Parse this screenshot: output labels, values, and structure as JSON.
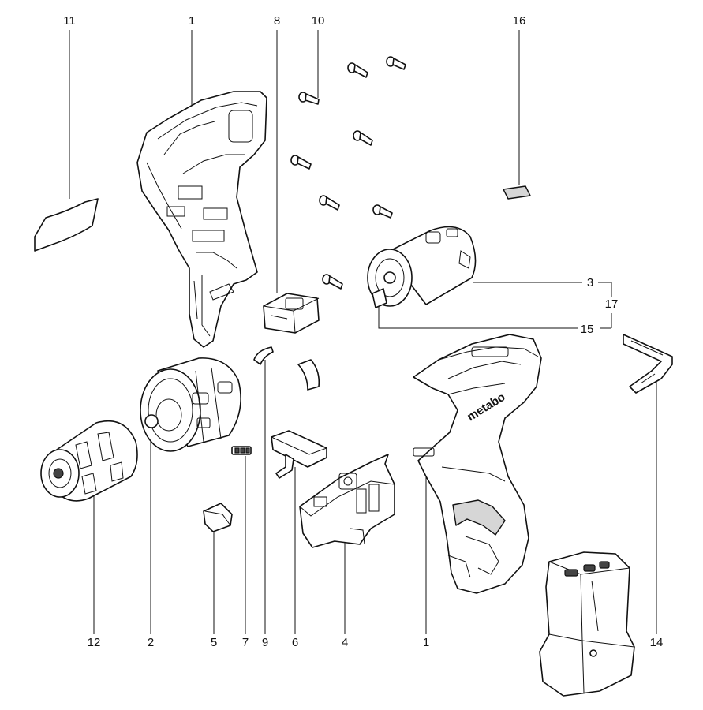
{
  "diagram": {
    "part_numbers": {
      "p11": "11",
      "p1_top": "1",
      "p8": "8",
      "p10": "10",
      "p16": "16",
      "p3": "3",
      "p17": "17",
      "p15": "15",
      "p12": "12",
      "p2": "2",
      "p5": "5",
      "p7": "7",
      "p9": "9",
      "p6": "6",
      "p4": "4",
      "p1_bottom": "1",
      "p14": "14"
    },
    "brand_label": "metabo",
    "colors": {
      "line": "#111111",
      "shade": "#d6d6d6",
      "dark": "#444444"
    }
  }
}
